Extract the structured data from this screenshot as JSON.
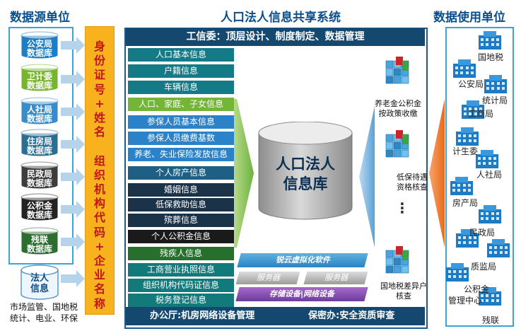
{
  "left_title": "数据源单位",
  "center_title": "人口法人信息共享系统",
  "right_title": "数据使用单位",
  "top_bar": "工信委：顶层设计、制度制定、数据管理",
  "bottom_bar": {
    "left": "办公厅:机房网络设备管理",
    "right": "保密办:安全资质审查"
  },
  "sources": [
    {
      "line1": "公安局",
      "line2": "数据库",
      "color": "#1c7fc6"
    },
    {
      "line1": "卫计委",
      "line2": "数据库",
      "color": "#78b52f"
    },
    {
      "line1": "人社局",
      "line2": "数据库",
      "color": "#3a8cc8"
    },
    {
      "line1": "住房局",
      "line2": "数据库",
      "color": "#2a6f93"
    },
    {
      "line1": "民政局",
      "line2": "数据库",
      "color": "#3d3d3d"
    },
    {
      "line1": "公积金",
      "line2": "数据库",
      "color": "#232323"
    },
    {
      "line1": "残联",
      "line2": "数据库",
      "color": "#2c6e30"
    }
  ],
  "legal_db": {
    "line1": "法人",
    "line2": "信息"
  },
  "legal_note": {
    "line1": "市场监管、国地税",
    "line2": "统计、电业、环保"
  },
  "id_bar": [
    "身",
    "份",
    "证",
    "号",
    "+",
    "姓",
    "名",
    "",
    "组",
    "织",
    "机",
    "构",
    "代",
    "码",
    "+",
    "企",
    "业",
    "名",
    "称"
  ],
  "info_rows": [
    {
      "label": "人口基本信息",
      "color": "#137a86"
    },
    {
      "label": "户籍信息",
      "color": "#137a86"
    },
    {
      "label": "车辆信息",
      "color": "#137a86"
    },
    {
      "label": "人口、家庭、子女信息",
      "color": "#72b537"
    },
    {
      "label": "参保人员基本信息",
      "color": "#2c82c8"
    },
    {
      "label": "参保人员缴费基数",
      "color": "#2c82c8"
    },
    {
      "label": "养老、失业保险发放信息",
      "color": "#2c82c8"
    },
    {
      "label": "个人房产信息",
      "color": "#1e5f86"
    },
    {
      "label": "婚姻信息",
      "color": "#1b3348"
    },
    {
      "label": "低保救助信息",
      "color": "#1b3348"
    },
    {
      "label": "殡葬信息",
      "color": "#1b3348"
    },
    {
      "label": "个人公积金信息",
      "color": "#1a1a1a"
    },
    {
      "label": "残疾人信息",
      "color": "#276f2c"
    },
    {
      "label": "工商营业执照信息",
      "color": "#127a7a"
    },
    {
      "label": "组织机构代码证信息",
      "color": "#127a7a"
    },
    {
      "label": "税务登记信息",
      "color": "#127a7a"
    }
  ],
  "database": {
    "line1": "人口法人",
    "line2": "信息库"
  },
  "infra": {
    "software": "锐云虚拟化软件",
    "server1": "服务器",
    "server2": "服务器",
    "storage": "存储设备|网络设备"
  },
  "apps": [
    {
      "line1": "养老金公积金",
      "line2": "按政策收缴"
    },
    {
      "line1": "低保待遇",
      "line2": "资格核查"
    },
    {
      "line1": "国地税差异户",
      "line2": "核查"
    }
  ],
  "app_dots": "⋮",
  "users": [
    "国地税",
    "公安局",
    "统计局",
    "工商局",
    "计生委",
    "人社局",
    "房产局",
    "民政局",
    "质监局",
    "公积金",
    "管理中心",
    "残联"
  ]
}
